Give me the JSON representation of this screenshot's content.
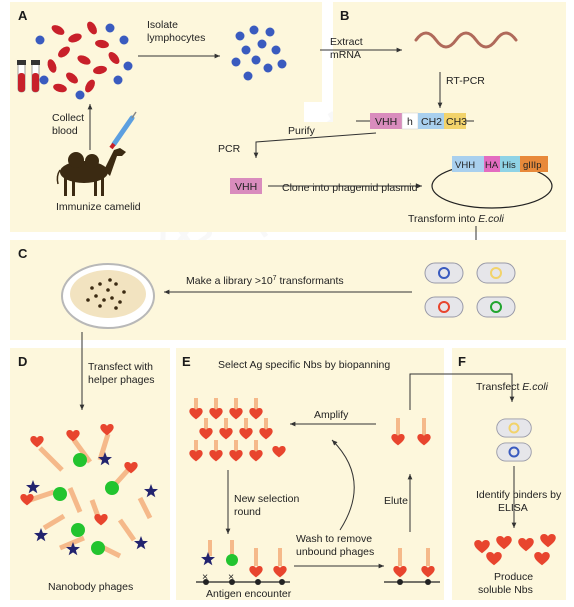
{
  "panels": {
    "A": {
      "label": "A",
      "isolate": [
        "Isolate",
        "lymphocytes"
      ],
      "collect": [
        "Collect",
        "blood"
      ],
      "immunize": "Immunize camelid"
    },
    "B": {
      "label": "B",
      "extract": [
        "Extract",
        "mRNA"
      ],
      "rtpcr": "RT-PCR",
      "construct1": [
        "VHH",
        "h",
        "CH2",
        "CH3"
      ],
      "purify": "Purify",
      "pcr": "PCR",
      "vhh": "VHH",
      "clone": "Clone into phagemid plasmid",
      "construct2": [
        "VHH",
        "HA",
        "His",
        "gIIIp"
      ],
      "transform_prefix": "Transform into ",
      "transform_organism": "E.coli"
    },
    "C": {
      "label": "C",
      "library_prefix": "Make a library ",
      "library_gt": ">10",
      "library_exp": "7",
      "library_suffix": " transformants"
    },
    "D": {
      "label": "D",
      "transfect": [
        "Transfect with",
        "helper phages"
      ],
      "phages": "Nanobody phages"
    },
    "E": {
      "label": "E",
      "select": "Select Ag specific Nbs by biopanning",
      "amplify": "Amplify",
      "new_round": [
        "New selection",
        "round"
      ],
      "elute": "Elute",
      "wash": [
        "Wash to remove",
        "unbound phages"
      ],
      "antigen": "Antigen encounter",
      "x_mark": "×"
    },
    "F": {
      "label": "F",
      "transfect_prefix": "Transfect ",
      "transfect_organism": "E.coli",
      "identify": [
        "Identify binders by",
        "ELISA"
      ],
      "produce": [
        "Produce",
        "soluble Nbs"
      ]
    }
  },
  "colors": {
    "panel_bg": "#fdf7dc",
    "red_cell": "#c8202a",
    "lymphocyte": "#3a5bbf",
    "vhh": "#d98cbd",
    "h": "#ffffff",
    "ch2": "#a9d0ee",
    "ch3": "#f2d36b",
    "ha": "#e36cc0",
    "his": "#8fd3e6",
    "giiip": "#e8893a",
    "nanobody_head": "#e8452e",
    "phage_tail": "#f5b98a",
    "star": "#22236e",
    "green_ball": "#22c42f",
    "mrna": "#b06a5a"
  },
  "icons": [
    "camel-icon",
    "blood-tube-icon",
    "syringe-icon",
    "petri-dish-icon",
    "bacterium-icon",
    "phage-icon",
    "antigen-star-icon"
  ]
}
